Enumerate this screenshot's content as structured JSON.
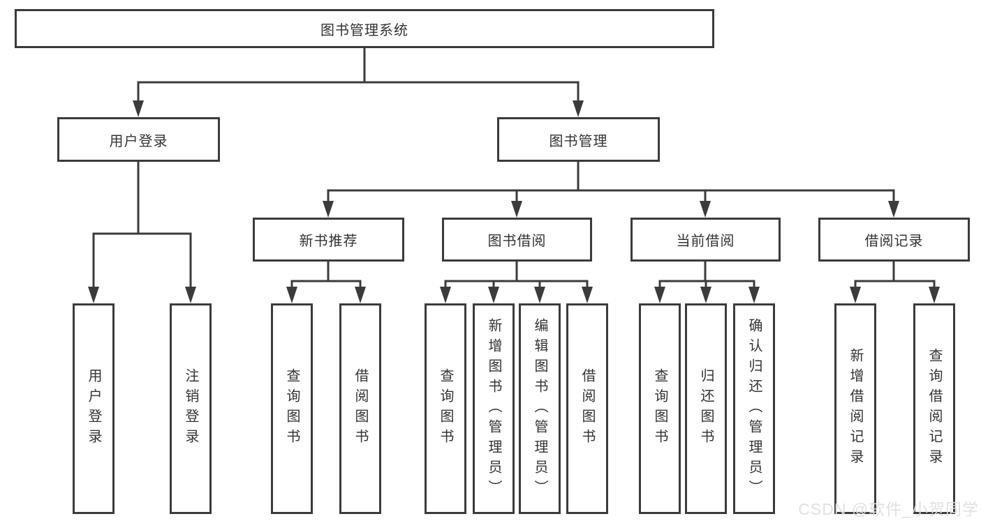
{
  "diagram": {
    "title": "图书管理系统",
    "root": {
      "label": "图书管理系统"
    },
    "branches": [
      {
        "label": "用户登录",
        "children": [
          {
            "label": "用户登录"
          },
          {
            "label": "注销登录"
          }
        ]
      },
      {
        "label": "图书管理",
        "children": [
          {
            "label": "新书推荐",
            "children": [
              {
                "label": "查询图书"
              },
              {
                "label": "借阅图书"
              }
            ]
          },
          {
            "label": "图书借阅",
            "children": [
              {
                "label": "查询图书"
              },
              {
                "label": "新增图书（管理员）"
              },
              {
                "label": "编辑图书（管理员）"
              },
              {
                "label": "借阅图书"
              }
            ]
          },
          {
            "label": "当前借阅",
            "children": [
              {
                "label": "查询图书"
              },
              {
                "label": "归还图书"
              },
              {
                "label": "确认归还（管理员）"
              }
            ]
          },
          {
            "label": "借阅记录",
            "children": [
              {
                "label": "新增借阅记录"
              },
              {
                "label": "查询借阅记录"
              }
            ]
          }
        ]
      }
    ]
  },
  "colors": {
    "line": "#3b3b3b",
    "text": "#333333",
    "background": "#ffffff",
    "watermark": "#dedede"
  },
  "watermark": {
    "text": "CSDN @软件_小贺同学"
  }
}
